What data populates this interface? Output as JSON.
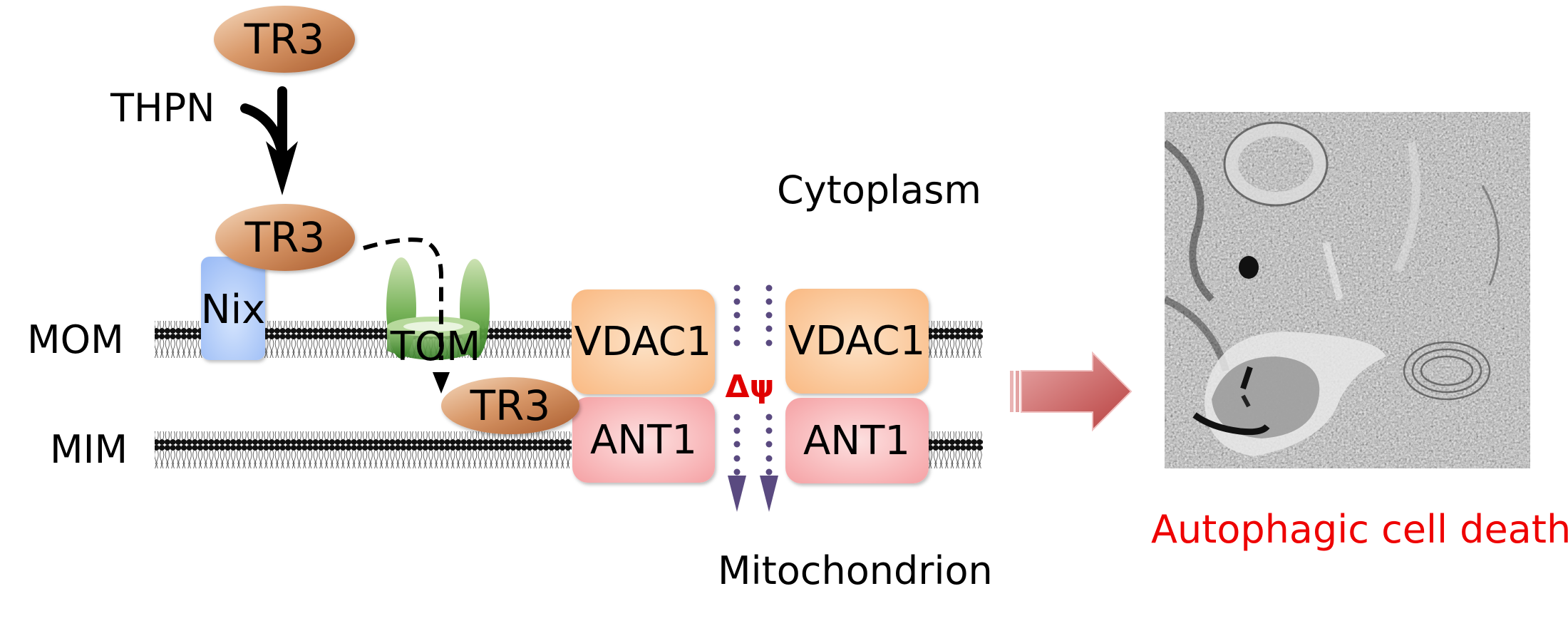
{
  "title": "TR3 translocation to mitochondria induces autophagic cell death",
  "labels": {
    "inducer": "THPN",
    "outer_membrane": "MOM",
    "inner_membrane": "MIM",
    "compartment_top": "Cytoplasm",
    "compartment_bottom": "Mitochondrion",
    "membrane_potential": "Δψ",
    "outcome": "Autophagic cell death"
  },
  "proteins": {
    "tr3_cytosolic": "TR3",
    "tr3_membrane": "TR3",
    "tr3_intermembrane": "TR3",
    "nix": "Nix",
    "tom": "TOM",
    "vdac1_left": "VDAC1",
    "vdac1_right": "VDAC1",
    "ant1_left": "ANT1",
    "ant1_right": "ANT1"
  },
  "image": {
    "description": "Electron micrograph showing autophagic vacuoles"
  },
  "colors": {
    "tr3": "#c07a48",
    "nix": "#a9c6f7",
    "tom": "#4c9a34",
    "vdac1": "#fbbf8a",
    "ant1": "#f6a7a9",
    "flux_dots": "#5a4a80",
    "outcome_text": "#ee0000",
    "outcome_arrow": "#c85a5a"
  }
}
